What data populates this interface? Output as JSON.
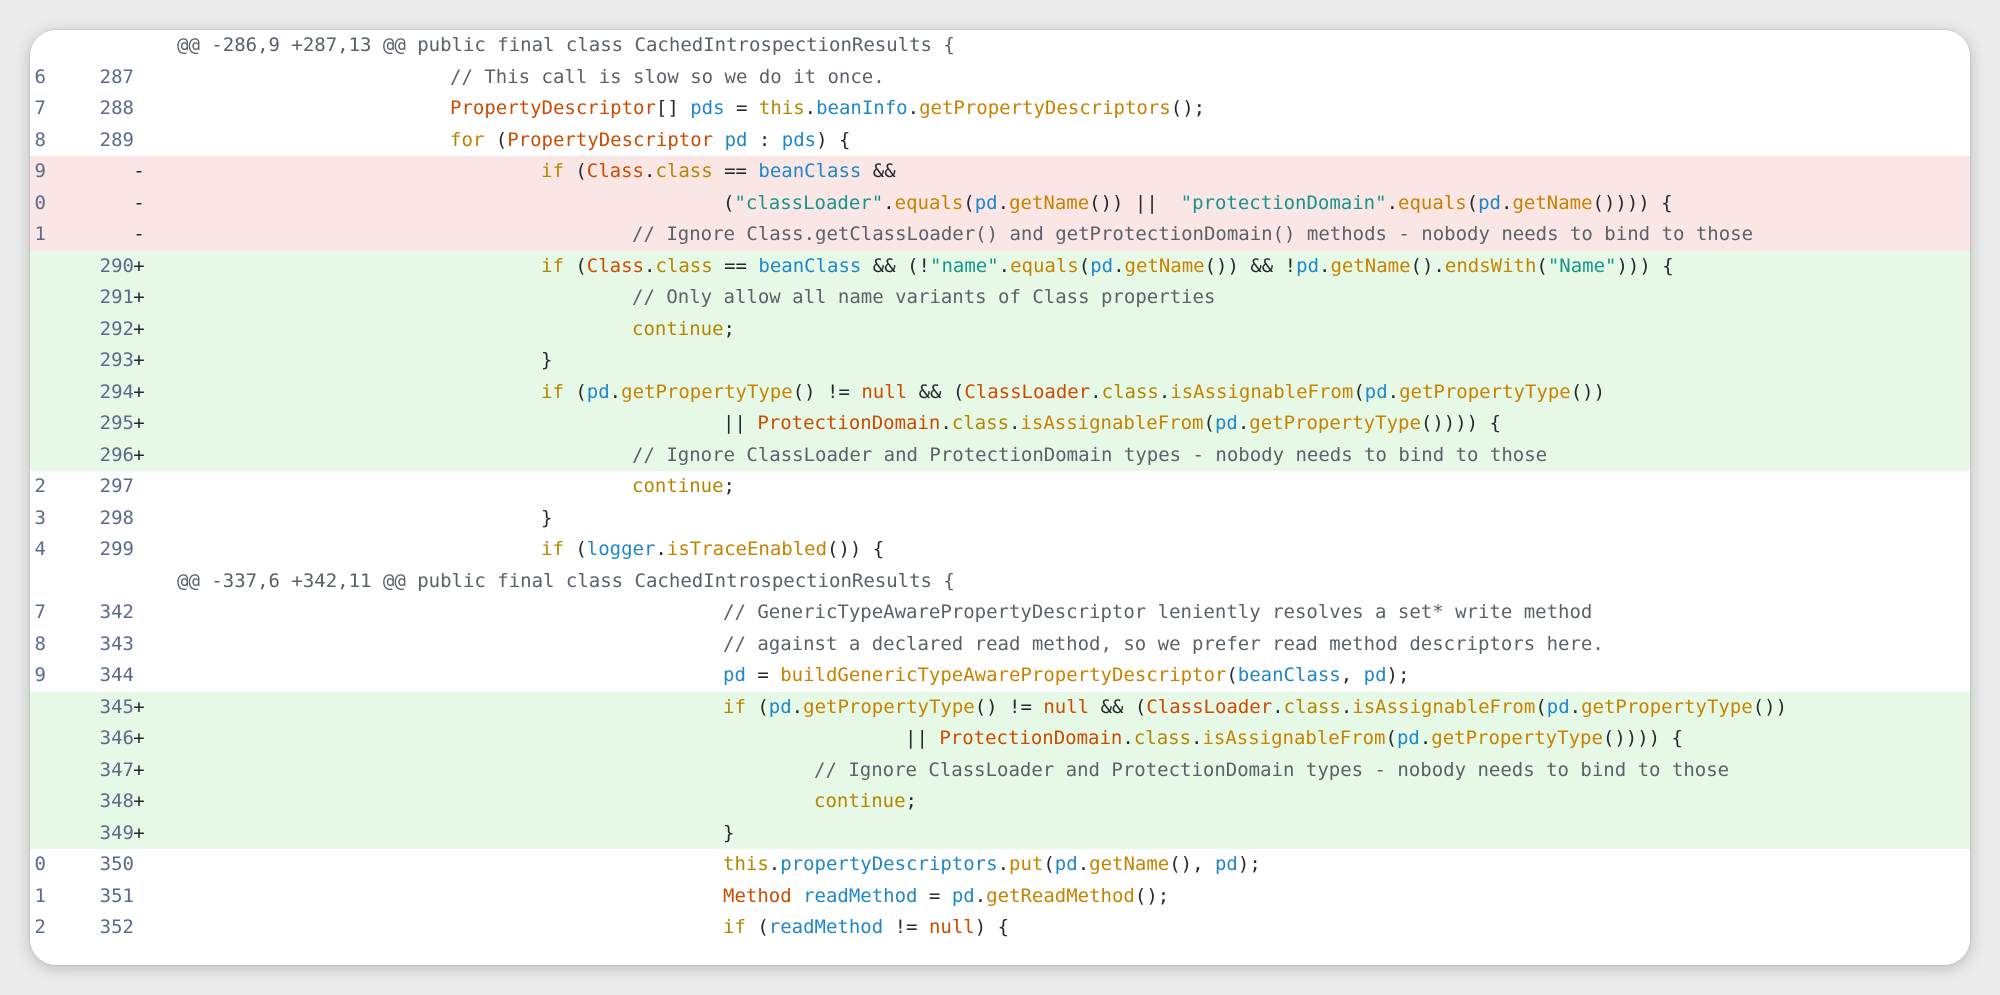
{
  "colors": {
    "deleted_bg": "#fbe6e6",
    "added_bg": "#e6f9e6",
    "keyword": "#b48600",
    "literal": "#cc4b00",
    "method": "#c78200",
    "identifier": "#1f86c8",
    "string": "#16958b",
    "comment": "#5a6168"
  },
  "rows": [
    {
      "type": "hunk",
      "text": "@@ -286,9 +287,13 @@ public final class CachedIntrospectionResults {"
    },
    {
      "type": "ctx",
      "old": "6",
      "new": "287",
      "sign": "",
      "indent": 3,
      "tokens": [
        [
          "cm",
          "// This call is slow so we do it once."
        ]
      ]
    },
    {
      "type": "ctx",
      "old": "7",
      "new": "288",
      "sign": "",
      "indent": 3,
      "tokens": [
        [
          "lit",
          "PropertyDescriptor"
        ],
        [
          "txt",
          "[] "
        ],
        [
          "id",
          "pds"
        ],
        [
          "txt",
          " = "
        ],
        [
          "kw",
          "this"
        ],
        [
          "txt",
          "."
        ],
        [
          "id",
          "beanInfo"
        ],
        [
          "txt",
          "."
        ],
        [
          "fn",
          "getPropertyDescriptors"
        ],
        [
          "txt",
          "();"
        ]
      ]
    },
    {
      "type": "ctx",
      "old": "8",
      "new": "289",
      "sign": "",
      "indent": 3,
      "tokens": [
        [
          "kw",
          "for"
        ],
        [
          "txt",
          " ("
        ],
        [
          "lit",
          "PropertyDescriptor"
        ],
        [
          "txt",
          " "
        ],
        [
          "id",
          "pd"
        ],
        [
          "txt",
          " : "
        ],
        [
          "id",
          "pds"
        ],
        [
          "txt",
          ") {"
        ]
      ]
    },
    {
      "type": "del",
      "old": "9",
      "new": "",
      "sign": "-",
      "indent": 4,
      "tokens": [
        [
          "kw",
          "if"
        ],
        [
          "txt",
          " ("
        ],
        [
          "lit",
          "Class"
        ],
        [
          "txt",
          "."
        ],
        [
          "kw",
          "class"
        ],
        [
          "txt",
          " == "
        ],
        [
          "id",
          "beanClass"
        ],
        [
          "txt",
          " &&"
        ]
      ]
    },
    {
      "type": "del",
      "old": "0",
      "new": "",
      "sign": "-",
      "indent": 6,
      "tokens": [
        [
          "txt",
          "("
        ],
        [
          "str",
          "\"classLoader\""
        ],
        [
          "txt",
          "."
        ],
        [
          "fn",
          "equals"
        ],
        [
          "txt",
          "("
        ],
        [
          "id",
          "pd"
        ],
        [
          "txt",
          "."
        ],
        [
          "fn",
          "getName"
        ],
        [
          "txt",
          "()) ||  "
        ],
        [
          "str",
          "\"protectionDomain\""
        ],
        [
          "txt",
          "."
        ],
        [
          "fn",
          "equals"
        ],
        [
          "txt",
          "("
        ],
        [
          "id",
          "pd"
        ],
        [
          "txt",
          "."
        ],
        [
          "fn",
          "getName"
        ],
        [
          "txt",
          "()))) {"
        ]
      ]
    },
    {
      "type": "del",
      "old": "1",
      "new": "",
      "sign": "-",
      "indent": 5,
      "tokens": [
        [
          "cm",
          "// Ignore Class.getClassLoader() and getProtectionDomain() methods - nobody needs to bind to those"
        ]
      ]
    },
    {
      "type": "add",
      "old": "",
      "new": "290",
      "sign": "+",
      "indent": 4,
      "tokens": [
        [
          "kw",
          "if"
        ],
        [
          "txt",
          " ("
        ],
        [
          "lit",
          "Class"
        ],
        [
          "txt",
          "."
        ],
        [
          "kw",
          "class"
        ],
        [
          "txt",
          " == "
        ],
        [
          "id",
          "beanClass"
        ],
        [
          "txt",
          " && (!"
        ],
        [
          "str",
          "\"name\""
        ],
        [
          "txt",
          "."
        ],
        [
          "fn",
          "equals"
        ],
        [
          "txt",
          "("
        ],
        [
          "id",
          "pd"
        ],
        [
          "txt",
          "."
        ],
        [
          "fn",
          "getName"
        ],
        [
          "txt",
          "()) && !"
        ],
        [
          "id",
          "pd"
        ],
        [
          "txt",
          "."
        ],
        [
          "fn",
          "getName"
        ],
        [
          "txt",
          "()."
        ],
        [
          "fn",
          "endsWith"
        ],
        [
          "txt",
          "("
        ],
        [
          "str",
          "\"Name\""
        ],
        [
          "txt",
          "))) {"
        ]
      ]
    },
    {
      "type": "add",
      "old": "",
      "new": "291",
      "sign": "+",
      "indent": 5,
      "tokens": [
        [
          "cm",
          "// Only allow all name variants of Class properties"
        ]
      ]
    },
    {
      "type": "add",
      "old": "",
      "new": "292",
      "sign": "+",
      "indent": 5,
      "tokens": [
        [
          "kw",
          "continue"
        ],
        [
          "txt",
          ";"
        ]
      ]
    },
    {
      "type": "add",
      "old": "",
      "new": "293",
      "sign": "+",
      "indent": 4,
      "tokens": [
        [
          "txt",
          "}"
        ]
      ]
    },
    {
      "type": "add",
      "old": "",
      "new": "294",
      "sign": "+",
      "indent": 4,
      "tokens": [
        [
          "kw",
          "if"
        ],
        [
          "txt",
          " ("
        ],
        [
          "id",
          "pd"
        ],
        [
          "txt",
          "."
        ],
        [
          "fn",
          "getPropertyType"
        ],
        [
          "txt",
          "() != "
        ],
        [
          "lit",
          "null"
        ],
        [
          "txt",
          " && ("
        ],
        [
          "lit",
          "ClassLoader"
        ],
        [
          "txt",
          "."
        ],
        [
          "kw",
          "class"
        ],
        [
          "txt",
          "."
        ],
        [
          "fn",
          "isAssignableFrom"
        ],
        [
          "txt",
          "("
        ],
        [
          "id",
          "pd"
        ],
        [
          "txt",
          "."
        ],
        [
          "fn",
          "getPropertyType"
        ],
        [
          "txt",
          "())"
        ]
      ]
    },
    {
      "type": "add",
      "old": "",
      "new": "295",
      "sign": "+",
      "indent": 6,
      "tokens": [
        [
          "txt",
          "|| "
        ],
        [
          "lit",
          "ProtectionDomain"
        ],
        [
          "txt",
          "."
        ],
        [
          "kw",
          "class"
        ],
        [
          "txt",
          "."
        ],
        [
          "fn",
          "isAssignableFrom"
        ],
        [
          "txt",
          "("
        ],
        [
          "id",
          "pd"
        ],
        [
          "txt",
          "."
        ],
        [
          "fn",
          "getPropertyType"
        ],
        [
          "txt",
          "()))) {"
        ]
      ]
    },
    {
      "type": "add",
      "old": "",
      "new": "296",
      "sign": "+",
      "indent": 5,
      "tokens": [
        [
          "cm",
          "// Ignore ClassLoader and ProtectionDomain types - nobody needs to bind to those"
        ]
      ]
    },
    {
      "type": "ctx",
      "old": "2",
      "new": "297",
      "sign": "",
      "indent": 5,
      "tokens": [
        [
          "kw",
          "continue"
        ],
        [
          "txt",
          ";"
        ]
      ]
    },
    {
      "type": "ctx",
      "old": "3",
      "new": "298",
      "sign": "",
      "indent": 4,
      "tokens": [
        [
          "txt",
          "}"
        ]
      ]
    },
    {
      "type": "ctx",
      "old": "4",
      "new": "299",
      "sign": "",
      "indent": 4,
      "tokens": [
        [
          "kw",
          "if"
        ],
        [
          "txt",
          " ("
        ],
        [
          "id",
          "logger"
        ],
        [
          "txt",
          "."
        ],
        [
          "fn",
          "isTraceEnabled"
        ],
        [
          "txt",
          "()) {"
        ]
      ]
    },
    {
      "type": "hunk",
      "text": "@@ -337,6 +342,11 @@ public final class CachedIntrospectionResults {"
    },
    {
      "type": "ctx",
      "old": "7",
      "new": "342",
      "sign": "",
      "indent": 6,
      "tokens": [
        [
          "cm",
          "// GenericTypeAwarePropertyDescriptor leniently resolves a set* write method"
        ]
      ]
    },
    {
      "type": "ctx",
      "old": "8",
      "new": "343",
      "sign": "",
      "indent": 6,
      "tokens": [
        [
          "cm",
          "// against a declared read method, so we prefer read method descriptors here."
        ]
      ]
    },
    {
      "type": "ctx",
      "old": "9",
      "new": "344",
      "sign": "",
      "indent": 6,
      "tokens": [
        [
          "id",
          "pd"
        ],
        [
          "txt",
          " = "
        ],
        [
          "fn",
          "buildGenericTypeAwarePropertyDescriptor"
        ],
        [
          "txt",
          "("
        ],
        [
          "id",
          "beanClass"
        ],
        [
          "txt",
          ", "
        ],
        [
          "id",
          "pd"
        ],
        [
          "txt",
          ");"
        ]
      ]
    },
    {
      "type": "add",
      "old": "",
      "new": "345",
      "sign": "+",
      "indent": 6,
      "tokens": [
        [
          "kw",
          "if"
        ],
        [
          "txt",
          " ("
        ],
        [
          "id",
          "pd"
        ],
        [
          "txt",
          "."
        ],
        [
          "fn",
          "getPropertyType"
        ],
        [
          "txt",
          "() != "
        ],
        [
          "lit",
          "null"
        ],
        [
          "txt",
          " && ("
        ],
        [
          "lit",
          "ClassLoader"
        ],
        [
          "txt",
          "."
        ],
        [
          "kw",
          "class"
        ],
        [
          "txt",
          "."
        ],
        [
          "fn",
          "isAssignableFrom"
        ],
        [
          "txt",
          "("
        ],
        [
          "id",
          "pd"
        ],
        [
          "txt",
          "."
        ],
        [
          "fn",
          "getPropertyType"
        ],
        [
          "txt",
          "())"
        ]
      ]
    },
    {
      "type": "add",
      "old": "",
      "new": "346",
      "sign": "+",
      "indent": 8,
      "tokens": [
        [
          "txt",
          "|| "
        ],
        [
          "lit",
          "ProtectionDomain"
        ],
        [
          "txt",
          "."
        ],
        [
          "kw",
          "class"
        ],
        [
          "txt",
          "."
        ],
        [
          "fn",
          "isAssignableFrom"
        ],
        [
          "txt",
          "("
        ],
        [
          "id",
          "pd"
        ],
        [
          "txt",
          "."
        ],
        [
          "fn",
          "getPropertyType"
        ],
        [
          "txt",
          "()))) {"
        ]
      ]
    },
    {
      "type": "add",
      "old": "",
      "new": "347",
      "sign": "+",
      "indent": 7,
      "tokens": [
        [
          "cm",
          "// Ignore ClassLoader and ProtectionDomain types - nobody needs to bind to those"
        ]
      ]
    },
    {
      "type": "add",
      "old": "",
      "new": "348",
      "sign": "+",
      "indent": 7,
      "tokens": [
        [
          "kw",
          "continue"
        ],
        [
          "txt",
          ";"
        ]
      ]
    },
    {
      "type": "add",
      "old": "",
      "new": "349",
      "sign": "+",
      "indent": 6,
      "tokens": [
        [
          "txt",
          "}"
        ]
      ]
    },
    {
      "type": "ctx",
      "old": "0",
      "new": "350",
      "sign": "",
      "indent": 6,
      "tokens": [
        [
          "kw",
          "this"
        ],
        [
          "txt",
          "."
        ],
        [
          "id",
          "propertyDescriptors"
        ],
        [
          "txt",
          "."
        ],
        [
          "fn",
          "put"
        ],
        [
          "txt",
          "("
        ],
        [
          "id",
          "pd"
        ],
        [
          "txt",
          "."
        ],
        [
          "fn",
          "getName"
        ],
        [
          "txt",
          "(), "
        ],
        [
          "id",
          "pd"
        ],
        [
          "txt",
          ");"
        ]
      ]
    },
    {
      "type": "ctx",
      "old": "1",
      "new": "351",
      "sign": "",
      "indent": 6,
      "tokens": [
        [
          "lit",
          "Method"
        ],
        [
          "txt",
          " "
        ],
        [
          "id",
          "readMethod"
        ],
        [
          "txt",
          " = "
        ],
        [
          "id",
          "pd"
        ],
        [
          "txt",
          "."
        ],
        [
          "fn",
          "getReadMethod"
        ],
        [
          "txt",
          "();"
        ]
      ]
    },
    {
      "type": "ctx",
      "old": "2",
      "new": "352",
      "sign": "",
      "indent": 6,
      "tokens": [
        [
          "kw",
          "if"
        ],
        [
          "txt",
          " ("
        ],
        [
          "id",
          "readMethod"
        ],
        [
          "txt",
          " != "
        ],
        [
          "lit",
          "null"
        ],
        [
          "txt",
          ") {"
        ]
      ]
    }
  ]
}
